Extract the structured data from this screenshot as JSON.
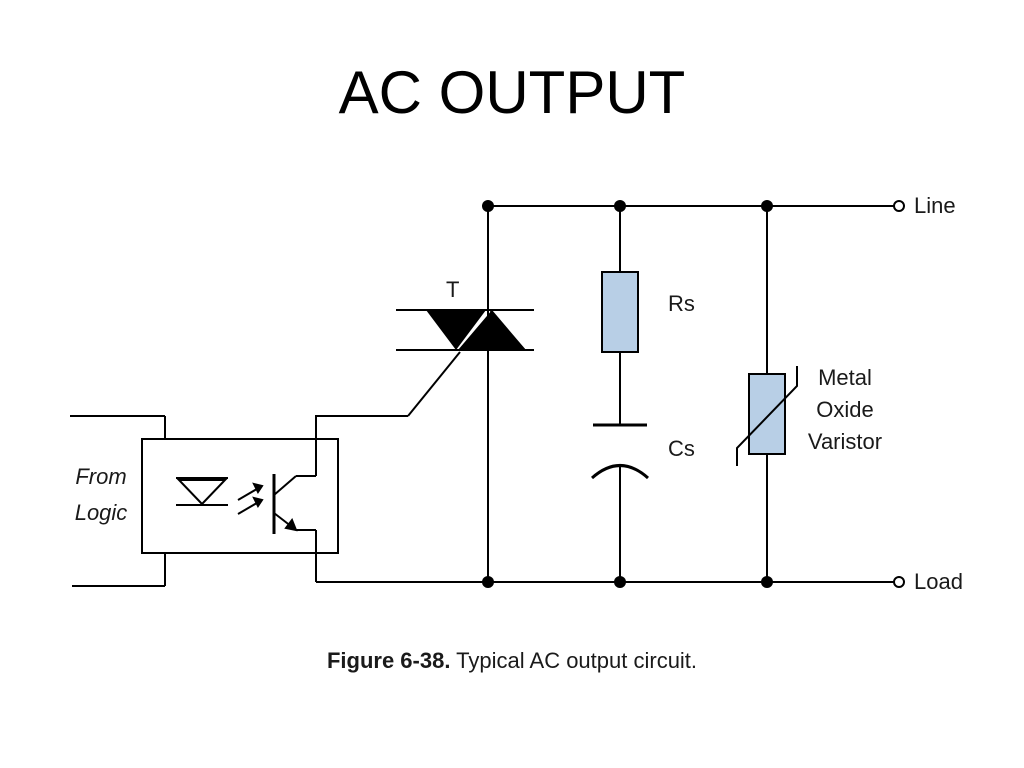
{
  "slide": {
    "title": "AC OUTPUT"
  },
  "diagram": {
    "terminals": {
      "line": "Line",
      "load": "Load"
    },
    "components": {
      "triac_label": "T",
      "resistor_label": "Rs",
      "capacitor_label": "Cs",
      "varistor_label_line1": "Metal",
      "varistor_label_line2": "Oxide",
      "varistor_label_line3": "Varistor"
    },
    "input": {
      "label_line1": "From",
      "label_line2": "Logic"
    },
    "colors": {
      "component_fill": "#b8cfe6",
      "wire": "#000000"
    }
  },
  "caption": {
    "figure_number": "Figure 6-38.",
    "text": " Typical AC output circuit."
  }
}
